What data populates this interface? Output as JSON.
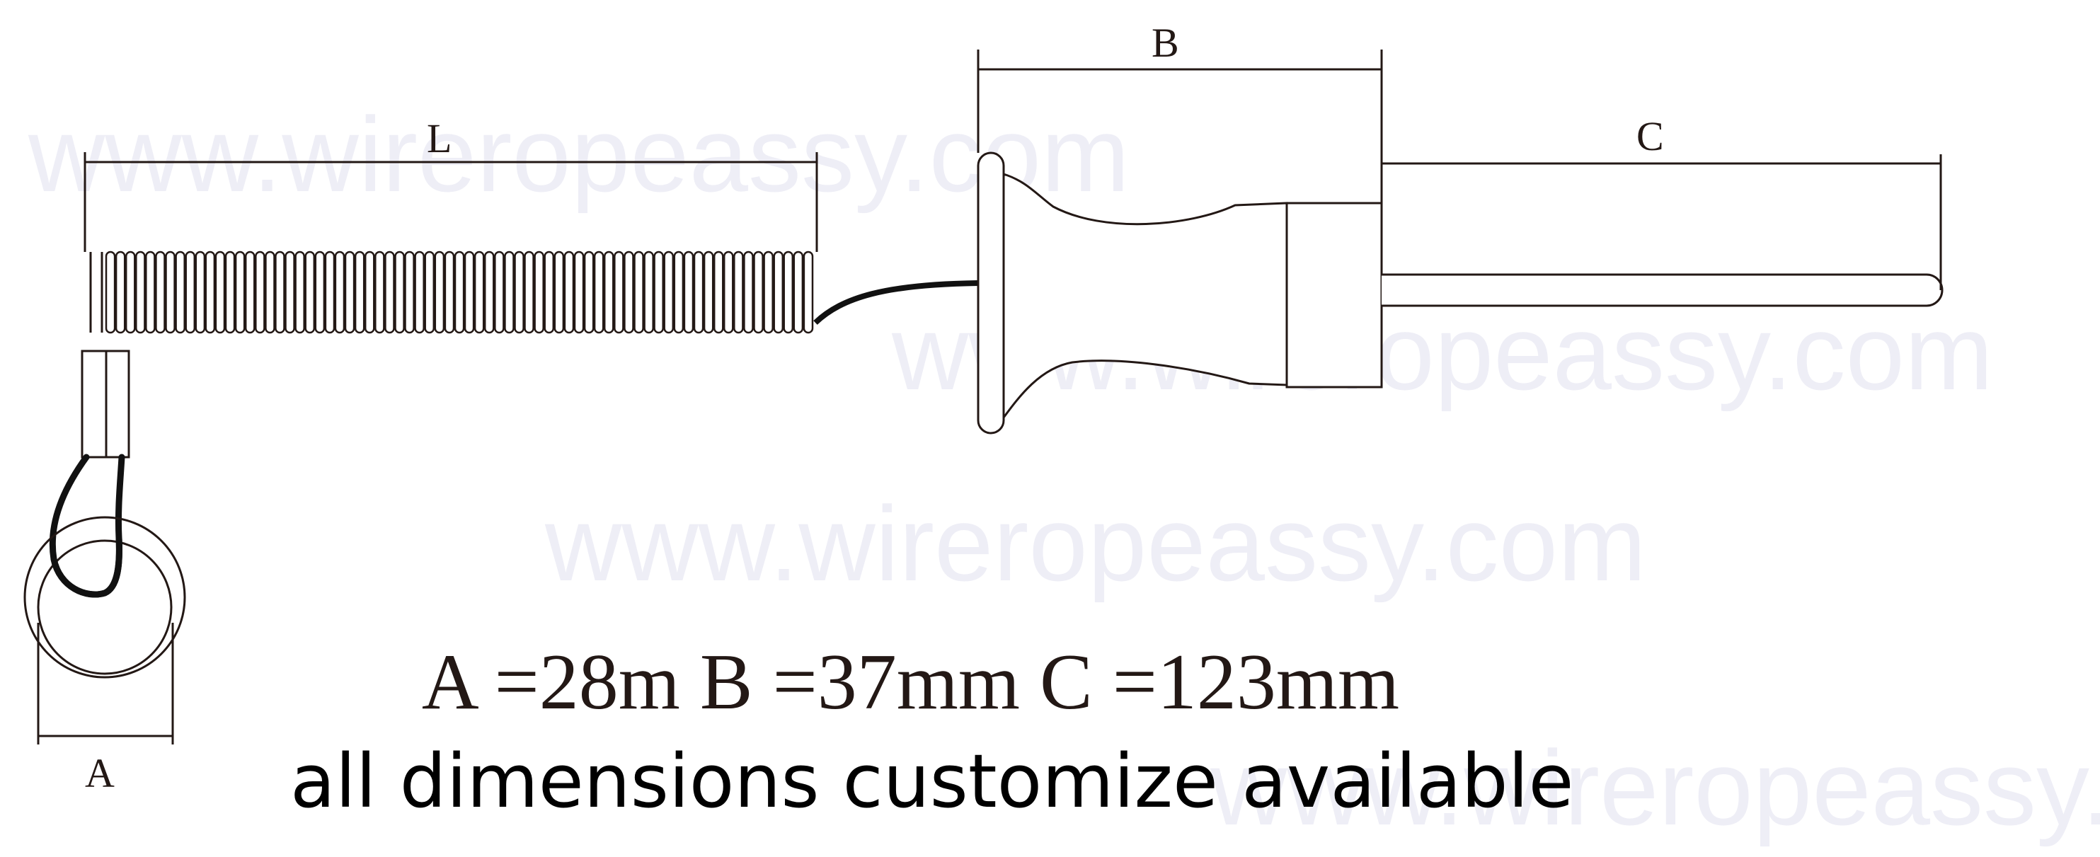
{
  "watermark": {
    "text": "www.wireropeassy.com"
  },
  "labels": {
    "l": "L",
    "a": "A",
    "b": "B",
    "c": "C"
  },
  "summary": {
    "text": "A =28m B =37mm C =123mm"
  },
  "note": {
    "text": "all dimensions customize available"
  },
  "colors": {
    "line": "#231815",
    "cable": "#111111",
    "watermark": "#eeeef6"
  }
}
